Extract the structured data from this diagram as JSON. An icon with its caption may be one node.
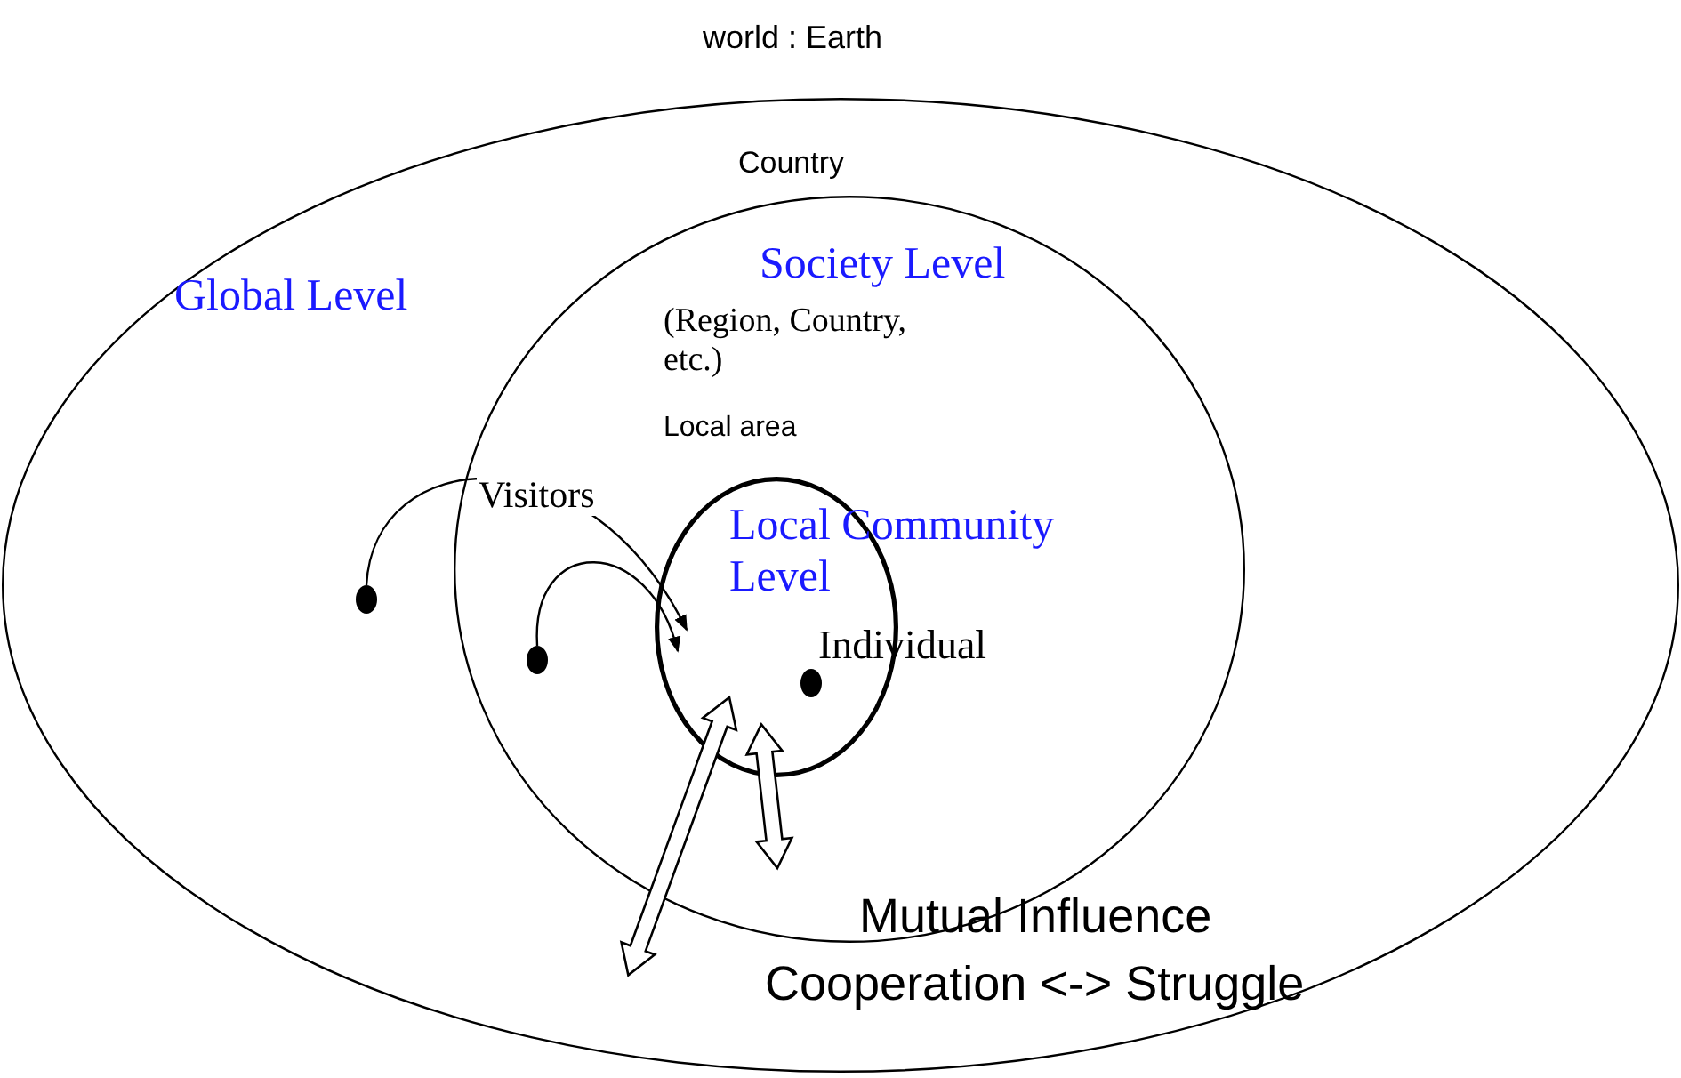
{
  "diagram": {
    "nodes": [
      {
        "text": [
          "world : Earth",
          "Global Level"
        ]
      },
      {
        "text": [
          "Country",
          "Society Level",
          "(Region, Country, etc.)"
        ],
        "in": 0
      },
      {
        "text": [
          "Local area",
          "Local Community Level"
        ],
        "in": 1
      },
      {
        "text": [],
        "shape": "circle",
        "in": 0
      },
      {
        "text": [],
        "shape": "circle",
        "in": 1
      },
      {
        "text": [],
        "shape": "circle",
        "beside": [
          "Individual"
        ],
        "in": 2
      }
    ],
    "edges": [
      {
        "from": 3,
        "to": 2,
        "arrow": "to",
        "label": "Visitors"
      },
      {
        "from": 4,
        "to": 2,
        "arrow": "to"
      },
      {
        "from": 2,
        "to": 0,
        "arrow": "both",
        "style": "thick"
      },
      {
        "from": 2,
        "to": 1,
        "arrow": "both",
        "style": "thick"
      }
    ],
    "labels": [
      "Mutual Influence",
      "Cooperation <-> Struggle"
    ]
  }
}
